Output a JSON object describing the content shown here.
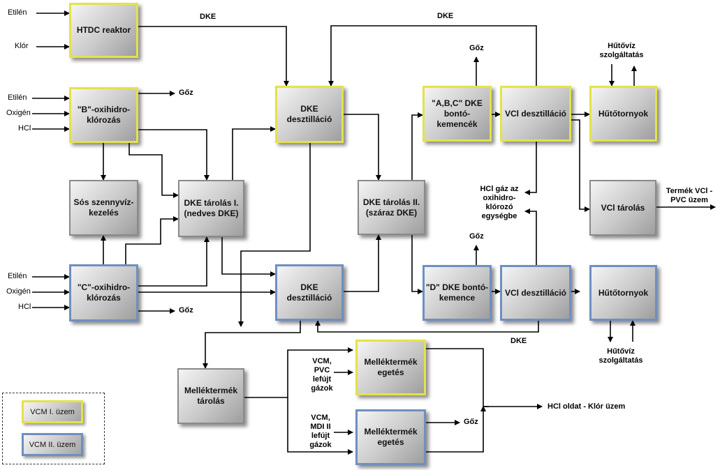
{
  "inputs": {
    "etilen": "Etilén",
    "klor": "Klór",
    "oxigen": "Oxigén",
    "hcl": "HCl"
  },
  "outputs": {
    "goz": "Gőz",
    "dke": "DKE",
    "hcl_gas": "HCl gáz az\noxihidro-\nklórozó\negységbe",
    "termek": "Termék VCl -\nPVC üzem",
    "hcl_oldat": "HCl oldat - Klór üzem",
    "hutoviz": "Hűtővíz\nszolgáltatás"
  },
  "boxes": {
    "htdc": "HTDC reaktor",
    "b_oxi": "\"B\"-oxihidro-\nklórozás",
    "sos": "Sós szennyvíz-\nkezelés",
    "c_oxi": "\"C\"-oxihidro-\nklórozás",
    "dke_tar1": "DKE tárolás I.\n(nedves DKE)",
    "dke_des1": "DKE\ndesztilláció",
    "dke_des2": "DKE\ndesztilláció",
    "dke_tar2": "DKE tárolás II.\n(száraz DKE)",
    "abc": "\"A,B,C\" DKE\nbontó-\nkemencék",
    "vcl_des1": "VCl desztilláció",
    "huto1": "Hűtőtornyok",
    "vcl_tar": "VCl tárolás",
    "d_bonto": "\"D\" DKE bontó-\nkemence",
    "vcl_des2": "VCl desztilláció",
    "huto2": "Hűtőtornyok",
    "mell_tar": "Melléktermék\ntárolás",
    "mell_el1": "Melléktermék\negetés",
    "mell_el2": "Melléktermék\negetés"
  },
  "notes": {
    "vcm_pvc": "VCM,\nPVC\nlefújt\ngázok",
    "vcm_mdi": "VCM,\nMDI II\nlefújt\ngázok"
  },
  "legend": {
    "vcm1": "VCM I. üzem",
    "vcm2": "VCM II. üzem"
  },
  "colors": {
    "vcm1_border": "#e3e34a",
    "vcm2_border": "#6f8fc0",
    "generic_border": "#8a8a8a"
  }
}
